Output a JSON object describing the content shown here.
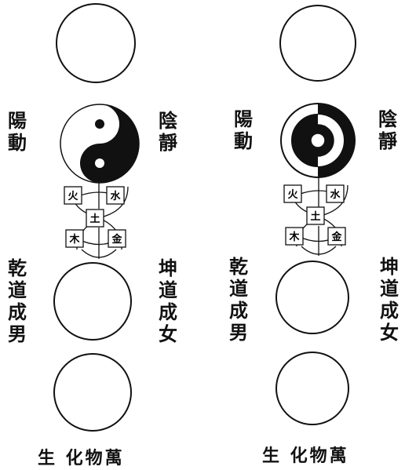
{
  "left": {
    "label_upper_left": "陽動",
    "label_upper_right": "陰靜",
    "label_lower_left": "乾道成男",
    "label_lower_right": "坤道成女",
    "caption": "生 化物萬",
    "elements": {
      "fire": "火",
      "water": "水",
      "earth": "土",
      "wood": "木",
      "metal": "金"
    }
  },
  "right": {
    "label_upper_left": "陽動",
    "label_upper_right": "陰靜",
    "label_lower_left": "乾道成男",
    "label_lower_right": "坤道成女",
    "caption": "生 化物萬",
    "elements": {
      "fire": "火",
      "water": "水",
      "earth": "土",
      "wood": "木",
      "metal": "金"
    }
  }
}
